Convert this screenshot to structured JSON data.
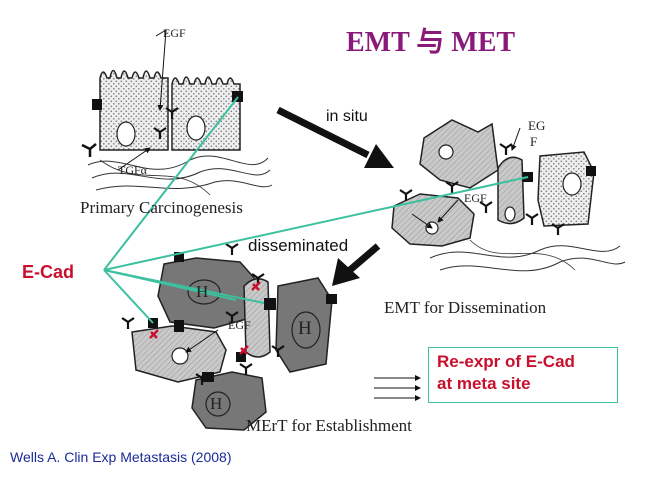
{
  "title": "EMT 与 MET",
  "labels": {
    "egf_top": "EGF",
    "tgf": "TGFα",
    "primary": "Primary Carcinogenesis",
    "in_situ": "in situ",
    "eg": "EG",
    "f": "F",
    "egf_right": "EGF",
    "emt_caption": "EMT for Dissemination",
    "disseminated": "disseminated",
    "egf_bottom": "EGF",
    "h1": "H",
    "h2": "H",
    "h3": "H",
    "mert_caption": "MErT for Establishment"
  },
  "ecad_label": "E-Cad",
  "callout": {
    "line1": "Re-expr of E-Cad",
    "line2": "at meta site"
  },
  "citation": "Wells A. Clin Exp Metastasis (2008)",
  "colors": {
    "title": "#8a1a7a",
    "accent_red": "#c8102e",
    "connector": "#3cc0a0",
    "citation": "#1a2a9a"
  }
}
